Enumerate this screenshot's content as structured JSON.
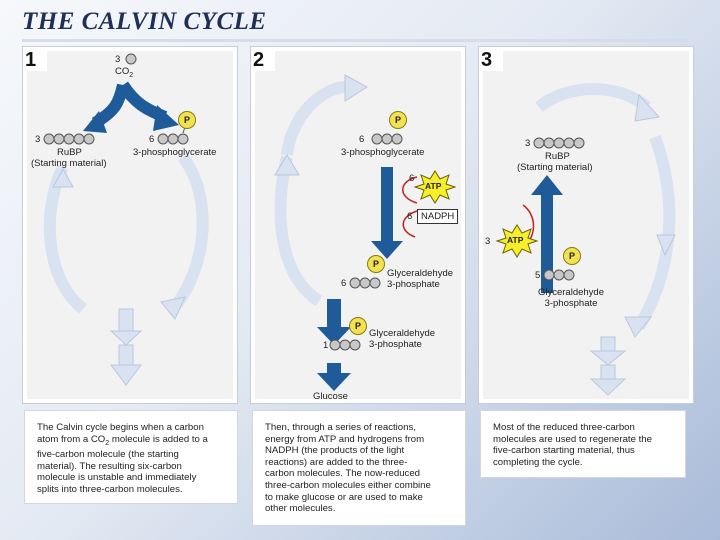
{
  "title": "THE CALVIN CYCLE",
  "panels": [
    {
      "number": "1",
      "co2_count": "3",
      "co2_label": "CO",
      "co2_sub": "2",
      "rubp_count": "3",
      "rubp_label": "RuBP",
      "rubp_note": "(Starting material)",
      "pga_count": "6",
      "pga_label": "3-phosphoglycerate",
      "p": "P"
    },
    {
      "number": "2",
      "pga_count": "6",
      "pga_label": "3-phosphoglycerate",
      "atp_count": "6",
      "atp": "ATP",
      "nadph_count": "6",
      "nadph": "NADPH",
      "g3p_count": "6",
      "g3p_line1": "Glyceraldehyde",
      "g3p_line2": "3-phosphate",
      "g3p_out_count": "1",
      "g3p_out_line1": "Glyceraldehyde",
      "g3p_out_line2": "3-phosphate",
      "glucose": "Glucose",
      "p": "P"
    },
    {
      "number": "3",
      "rubp_count": "3",
      "rubp_label": "RuBP",
      "rubp_note": "(Starting material)",
      "atp_count": "3",
      "atp": "ATP",
      "g3p_count": "5",
      "g3p_line1": "Glyceraldehyde",
      "g3p_line2": "3-phosphate",
      "p": "P"
    }
  ],
  "captions": [
    {
      "line1": "The Calvin cycle begins when a carbon",
      "line2a": "atom from a CO",
      "line2sub": "2",
      "line2b": " molecule is added to a",
      "line3": "five-carbon molecule (the starting",
      "line4": "material). The resulting six-carbon",
      "line5": "molecule is unstable and immediately",
      "line6": "splits into three-carbon molecules."
    },
    {
      "lines": [
        "Then, through a series of reactions,",
        "energy from ATP and hydrogens from",
        "NADPH (the products of the light",
        "reactions) are added to the three-",
        "carbon molecules. The now-reduced",
        "three-carbon molecules either combine",
        "to make glucose or are used to make",
        "other molecules."
      ]
    },
    {
      "lines": [
        "Most of the reduced three-carbon",
        "molecules are used to regenerate the",
        "five-carbon starting material, thus",
        "completing the cycle."
      ]
    }
  ],
  "colors": {
    "dark_arrow": "#1f5a99",
    "light_arrow": "#d9e2f1",
    "light_arrow_edge": "#b9c7de",
    "phosphate": "#f3e24f",
    "atp_star": "#f6ee2a",
    "carbon": "#c8c8c8",
    "red_arrow": "#c42020"
  }
}
